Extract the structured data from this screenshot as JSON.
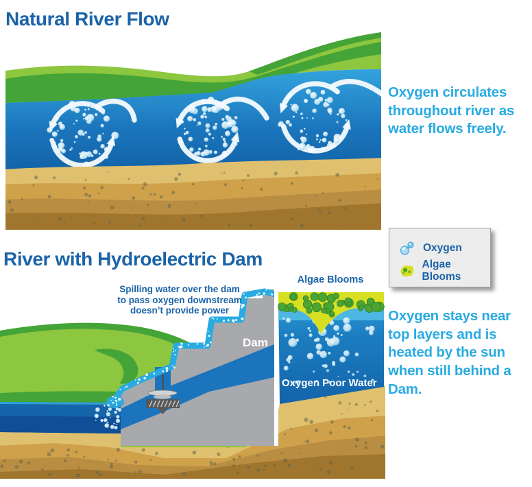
{
  "section1": {
    "title": "Natural River Flow",
    "caption": "Oxygen circulates throughout river as water flows freely."
  },
  "section2": {
    "title": "River with Hydroelectric Dam",
    "note_lines": [
      "Spilling water over the dam",
      "to pass oxygen downstream",
      "doesn’t provide power"
    ],
    "labels": {
      "algae": "Algae Blooms",
      "dam": "Dam",
      "oxygen_poor": "Oxygen Poor Water"
    },
    "caption": "Oxygen stays near top layers and is heated by the sun when still behind a Dam."
  },
  "legend": {
    "items": [
      {
        "label": "Oxygen",
        "icon": "oxygen-bubbles-icon"
      },
      {
        "label": "Algae Blooms",
        "icon": "algae-bloom-icon"
      }
    ]
  },
  "colors": {
    "title_blue": "#1B63A8",
    "caption_blue": "#29ABE2",
    "light_green": "#8DC63F",
    "dark_green": "#44A437",
    "water_light": "#33A3DC",
    "water_dark": "#1160A4",
    "spill_blue": "#29ABE2",
    "sand_1": "#DFC06E",
    "sand_2": "#CFA14B",
    "sand_3": "#B98E42",
    "sand_4": "#A0762F",
    "dam_gray": "#A7A9AC",
    "machine_gray": "#58595B",
    "algae_green": "#4BA433",
    "algae_yellow": "#D7DF23",
    "legend_bg": "#ECECED"
  }
}
